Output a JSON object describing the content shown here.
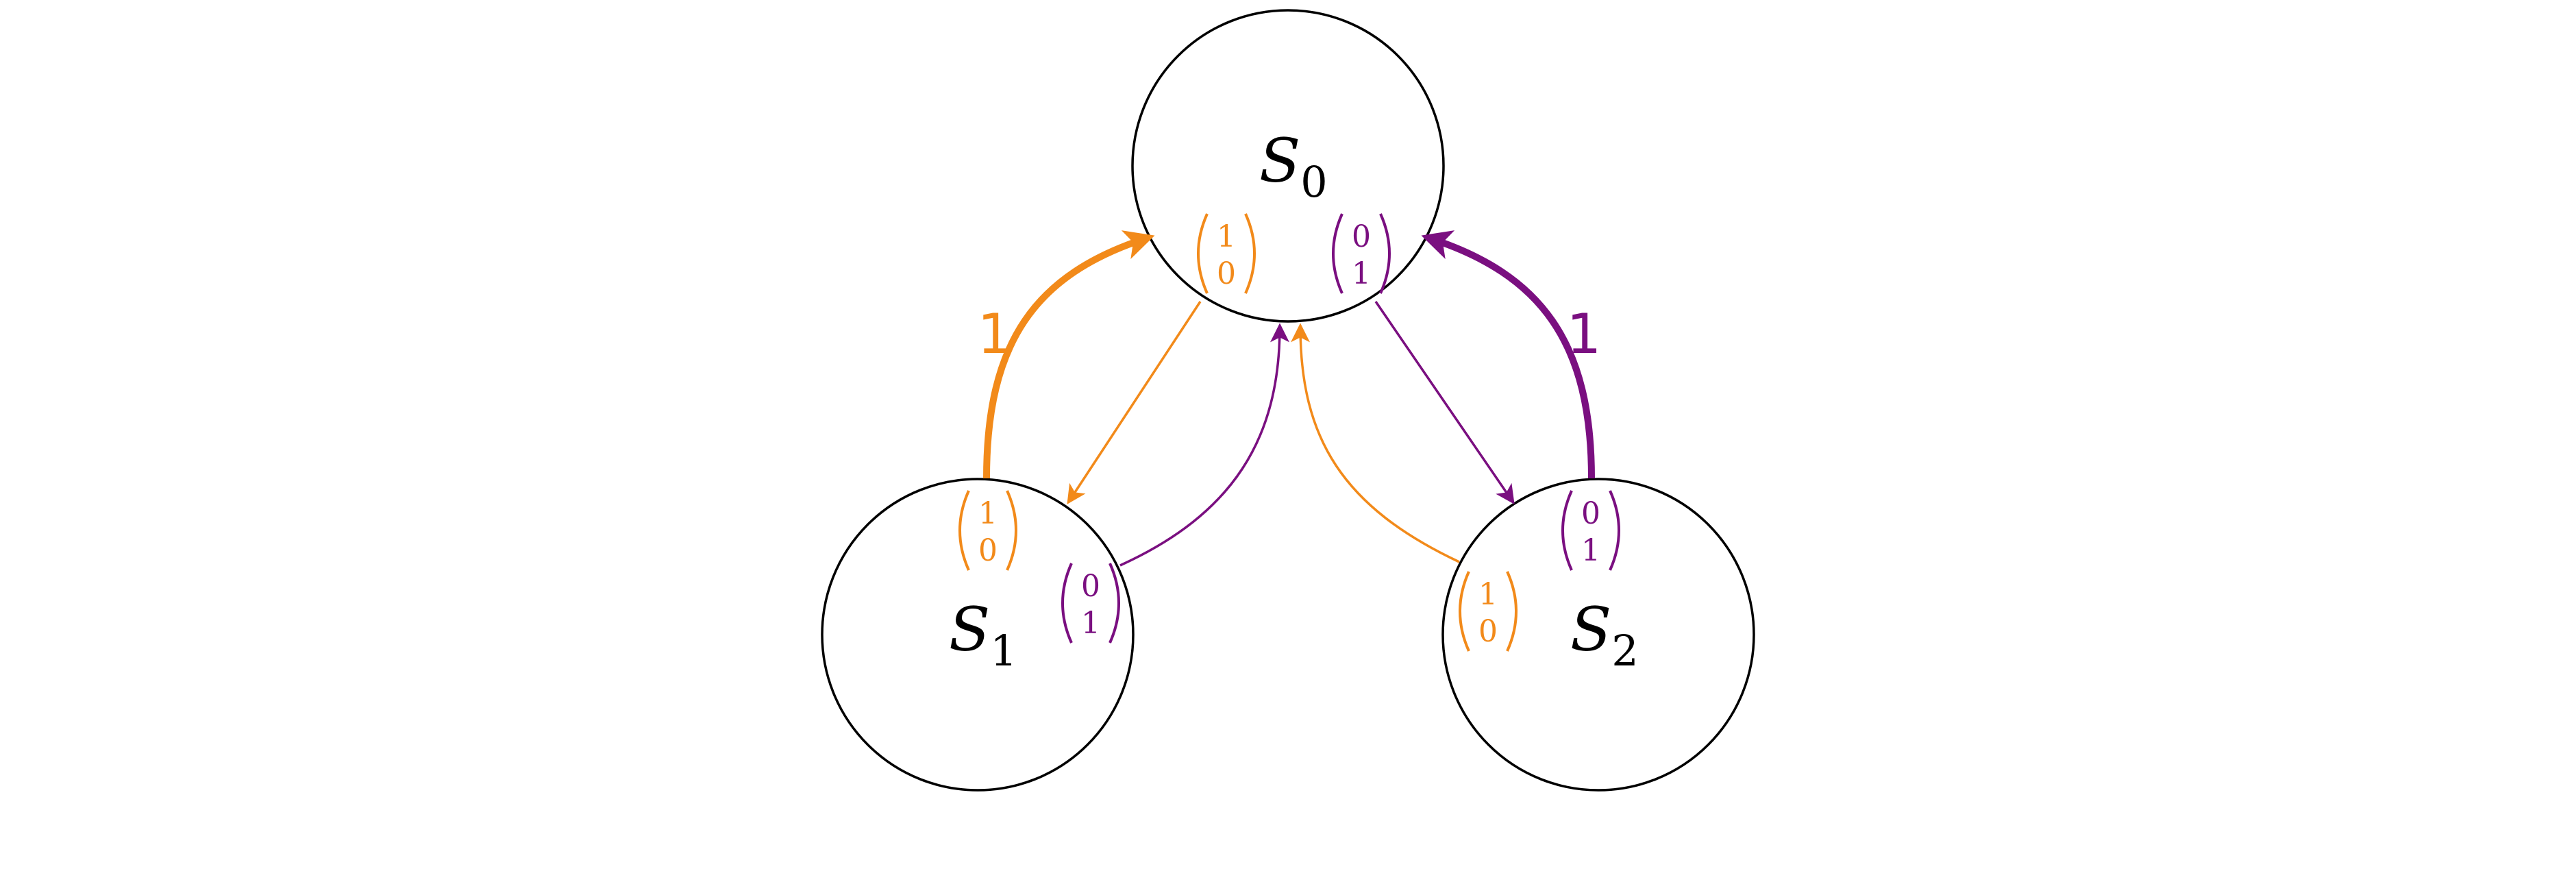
{
  "colors": {
    "orange": "#F28A1A",
    "purple": "#7A0F80",
    "stroke": "#000000"
  },
  "states": [
    {
      "id": "s0",
      "letter": "S",
      "sub": "0"
    },
    {
      "id": "s1",
      "letter": "S",
      "sub": "1"
    },
    {
      "id": "s2",
      "letter": "S",
      "sub": "2"
    }
  ],
  "vectors": [
    {
      "id": "s0-orange",
      "color": "orange",
      "top": "1",
      "bottom": "0"
    },
    {
      "id": "s0-purple",
      "color": "purple",
      "top": "0",
      "bottom": "1"
    },
    {
      "id": "s1-orange",
      "color": "orange",
      "top": "1",
      "bottom": "0"
    },
    {
      "id": "s1-purple",
      "color": "purple",
      "top": "0",
      "bottom": "1"
    },
    {
      "id": "s2-orange",
      "color": "orange",
      "top": "1",
      "bottom": "0"
    },
    {
      "id": "s2-purple",
      "color": "purple",
      "top": "0",
      "bottom": "1"
    }
  ],
  "edges": [
    {
      "id": "s1-to-s0-orange-thick",
      "from": "S1",
      "to": "S0",
      "color": "orange",
      "weight": "1"
    },
    {
      "id": "s2-to-s0-purple-thick",
      "from": "S2",
      "to": "S0",
      "color": "purple",
      "weight": "1"
    },
    {
      "id": "s0-to-s1-orange",
      "from": "S0",
      "to": "S1",
      "color": "orange"
    },
    {
      "id": "s1-to-s0-purple",
      "from": "S1",
      "to": "S0",
      "color": "purple"
    },
    {
      "id": "s2-to-s0-orange",
      "from": "S2",
      "to": "S0",
      "color": "orange"
    },
    {
      "id": "s0-to-s2-purple",
      "from": "S0",
      "to": "S2",
      "color": "purple"
    }
  ]
}
